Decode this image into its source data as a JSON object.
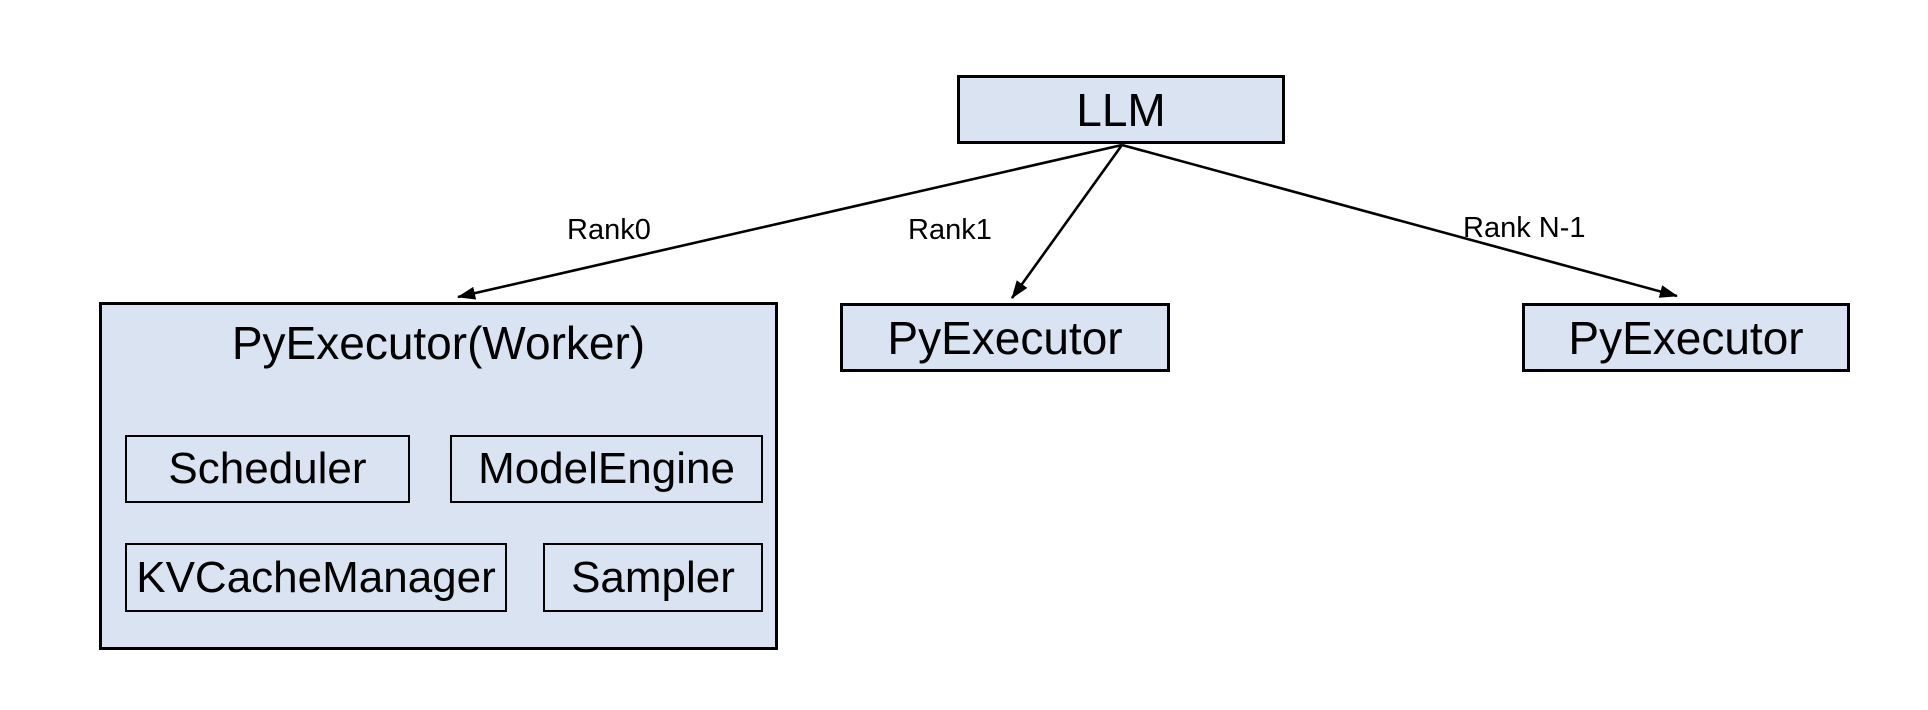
{
  "llm_label": "LLM",
  "worker": {
    "title": "PyExecutor(Worker)",
    "components": [
      "Scheduler",
      "ModelEngine",
      "KVCacheManager",
      "Sampler"
    ]
  },
  "executors": [
    "PyExecutor",
    "PyExecutor"
  ],
  "edge_labels": [
    "Rank0",
    "Rank1",
    "Rank N-1"
  ],
  "colors": {
    "node_fill": "#dae3f1",
    "node_border": "#000000",
    "edge": "#000000",
    "text": "#000000",
    "background": "#ffffff"
  }
}
